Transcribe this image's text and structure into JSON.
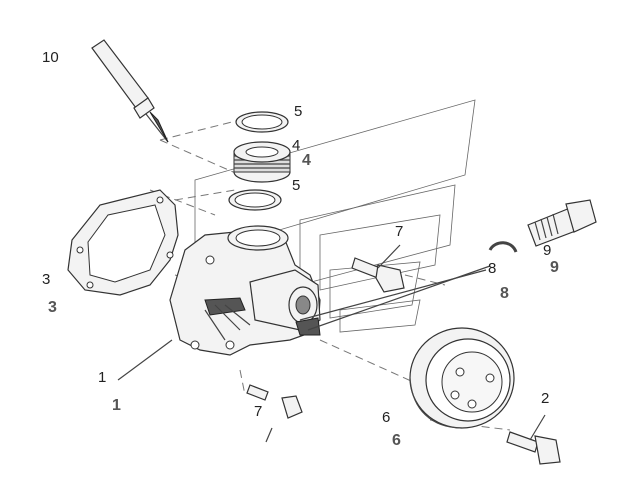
{
  "labels": {
    "p1": "1",
    "p2": "2",
    "p3": "3",
    "p4": "4",
    "p5a": "5",
    "p5b": "5",
    "p6": "6",
    "p7a": "7",
    "p7b": "7",
    "p8": "8",
    "p9": "9",
    "p10": "10"
  },
  "ghost_labels": {
    "g3": "3",
    "g6": "6",
    "g8": "8",
    "g9": "9",
    "g4": "4",
    "g1": "1"
  },
  "colors": {
    "line": "#444444",
    "part_fill": "#f3f3f3",
    "dark_fill": "#555555"
  }
}
